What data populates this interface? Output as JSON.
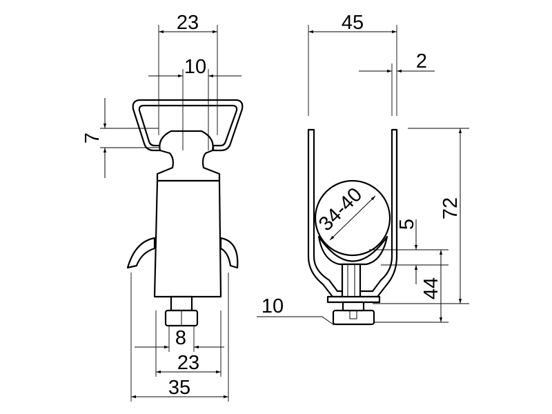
{
  "dimensions": {
    "front_top_width": "23",
    "front_inner_width": "10",
    "front_slot_height": "7",
    "front_nut": "8",
    "front_lower_width": "23",
    "front_total_width": "35",
    "side_width": "45",
    "side_thickness": "2",
    "side_cable_range": "34-40",
    "side_offset": "5",
    "side_height_44": "44",
    "side_total_height": "72",
    "side_screw": "10"
  }
}
